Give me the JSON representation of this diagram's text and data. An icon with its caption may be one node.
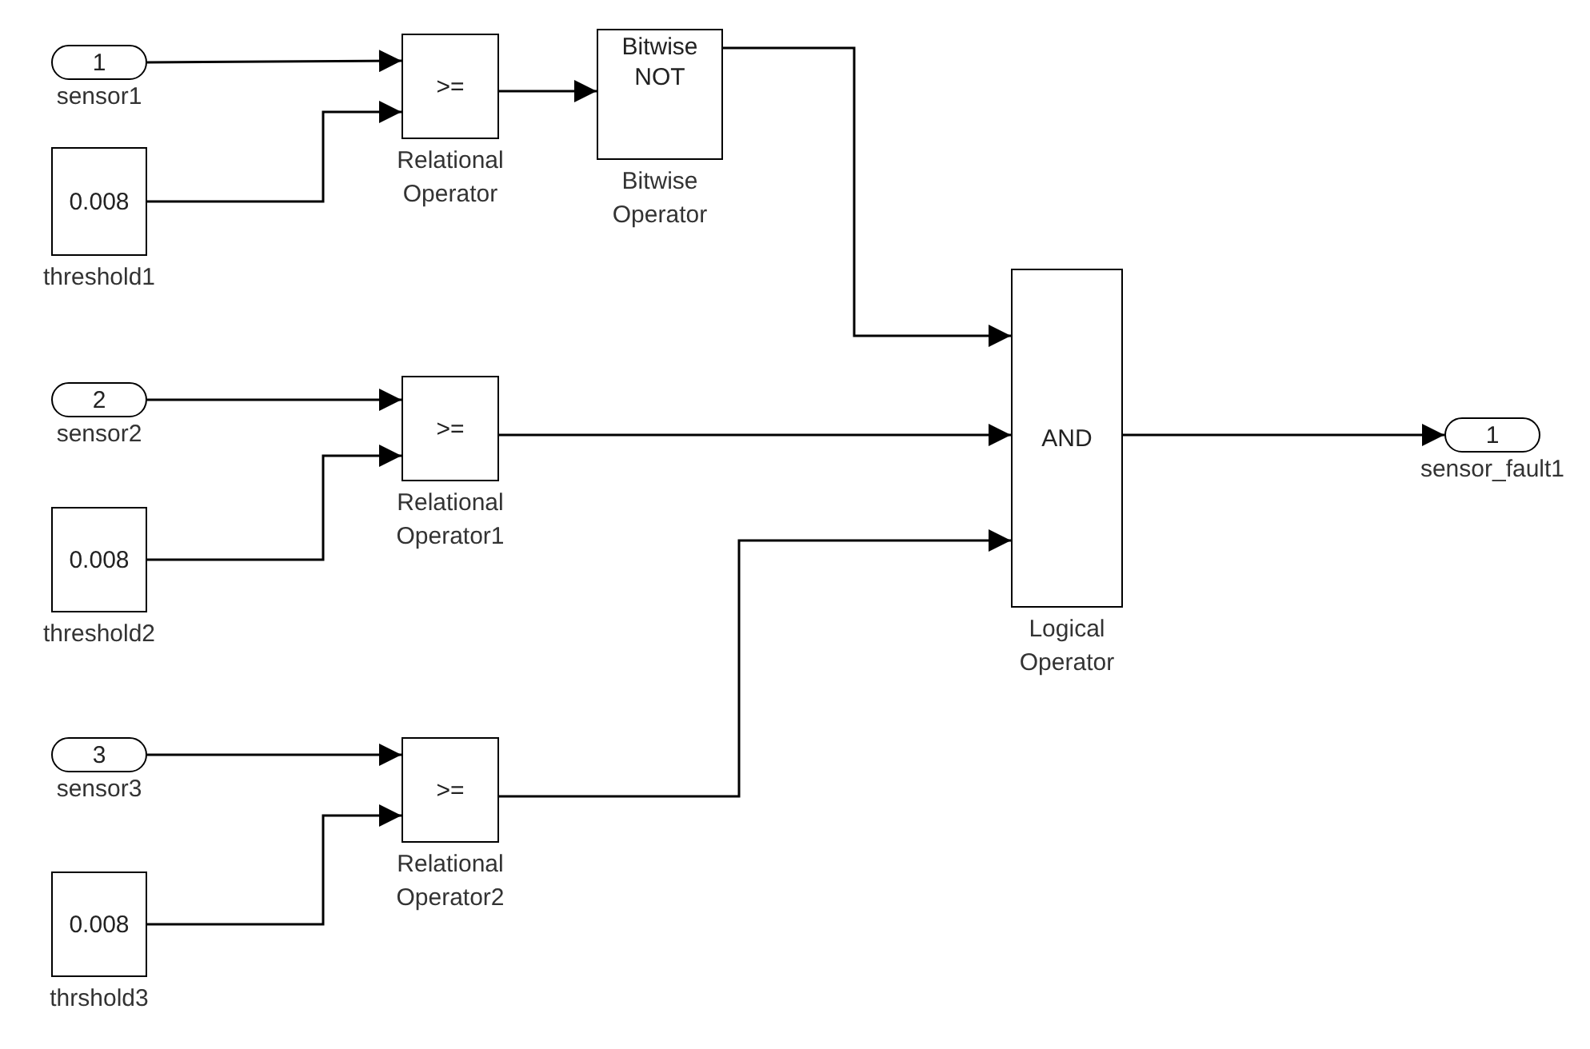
{
  "diagram": {
    "nodes": [
      {
        "text": [
          "1"
        ],
        "beside": [
          "sensor1"
        ]
      },
      {
        "text": [
          "0.008"
        ],
        "beside": [
          "threshold1"
        ]
      },
      {
        "text": [
          ">="
        ],
        "beside": [
          "Relational Operator"
        ]
      },
      {
        "text": [
          "Bitwise NOT"
        ],
        "beside": [
          "Bitwise Operator"
        ]
      },
      {
        "text": [
          "2"
        ],
        "beside": [
          "sensor2"
        ]
      },
      {
        "text": [
          "0.008"
        ],
        "beside": [
          "threshold2"
        ]
      },
      {
        "text": [
          ">="
        ],
        "beside": [
          "Relational Operator1"
        ]
      },
      {
        "text": [
          "3"
        ],
        "beside": [
          "sensor3"
        ]
      },
      {
        "text": [
          "0.008"
        ],
        "beside": [
          "thrshold3"
        ]
      },
      {
        "text": [
          ">="
        ],
        "beside": [
          "Relational Operator2"
        ]
      },
      {
        "text": [
          "AND"
        ],
        "beside": [
          "Logical Operator"
        ]
      },
      {
        "text": [
          "1"
        ],
        "beside": [
          "sensor_fault1"
        ]
      }
    ],
    "edges": [
      {
        "from": 0,
        "to": 2,
        "arrow": "to"
      },
      {
        "from": 1,
        "to": 2,
        "arrow": "to"
      },
      {
        "from": 2,
        "to": 3,
        "arrow": "to"
      },
      {
        "from": 3,
        "to": 10,
        "arrow": "to"
      },
      {
        "from": 4,
        "to": 6,
        "arrow": "to"
      },
      {
        "from": 5,
        "to": 6,
        "arrow": "to"
      },
      {
        "from": 6,
        "to": 10,
        "arrow": "to"
      },
      {
        "from": 7,
        "to": 9,
        "arrow": "to"
      },
      {
        "from": 8,
        "to": 9,
        "arrow": "to"
      },
      {
        "from": 9,
        "to": 10,
        "arrow": "to"
      },
      {
        "from": 10,
        "to": 11,
        "arrow": "to"
      }
    ]
  }
}
